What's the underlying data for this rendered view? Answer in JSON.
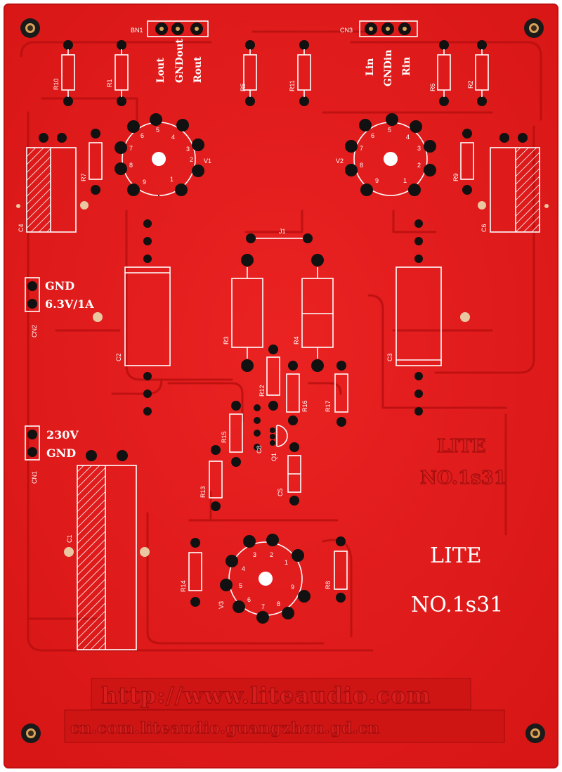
{
  "board": {
    "title": "LITE",
    "model": "NO.1s31",
    "faint_title": "LITE",
    "faint_model": "NO.1s31",
    "url": "http://www.liteaudio.com",
    "url_line2": "cn.com.liteaudio.guangzhou.gd.cn",
    "colors": {
      "pcb": "#e31b1b",
      "silkscreen": "#ffffff",
      "pad": "#111111",
      "pad_copper": "#d8a25a",
      "trace": "#b80f0f"
    }
  },
  "connectors": {
    "bn1": {
      "name": "BN1",
      "pins": [
        "Lout",
        "GNDout",
        "Rout"
      ]
    },
    "cn3": {
      "name": "CN3",
      "pins": [
        "Lin",
        "GNDin",
        "Rin"
      ]
    },
    "cn2": {
      "name": "CN2",
      "pins": [
        "GND",
        "6.3V/1A"
      ]
    },
    "cn1": {
      "name": "CN1",
      "pins": [
        "230V",
        "GND"
      ]
    }
  },
  "resistors": {
    "r1": "R1",
    "r2": "R2",
    "r3": "R3",
    "r4": "R4",
    "r5": "R5",
    "r6": "R6",
    "r7": "R7",
    "r8": "R8",
    "r9": "R9",
    "r10": "R10",
    "r11": "R11",
    "r12": "R12",
    "r13": "R13",
    "r14": "R14",
    "r15": "R15",
    "r16": "R16",
    "r17": "R17"
  },
  "capacitors": {
    "c1": "C1",
    "c2": "C2",
    "c3": "C3",
    "c4": "C4",
    "c5": "C5",
    "c6": "C6",
    "c8": "C8"
  },
  "others": {
    "j1": "J1",
    "q1": "Q1"
  },
  "tubes": {
    "v1": {
      "name": "V1",
      "pins": [
        "1",
        "2",
        "3",
        "4",
        "5",
        "6",
        "7",
        "8",
        "9"
      ]
    },
    "v2": {
      "name": "V2",
      "pins": [
        "1",
        "2",
        "3",
        "4",
        "5",
        "6",
        "7",
        "8",
        "9"
      ]
    },
    "v3": {
      "name": "V3",
      "pins": [
        "1",
        "2",
        "3",
        "4",
        "5",
        "6",
        "7",
        "8",
        "9"
      ]
    }
  }
}
